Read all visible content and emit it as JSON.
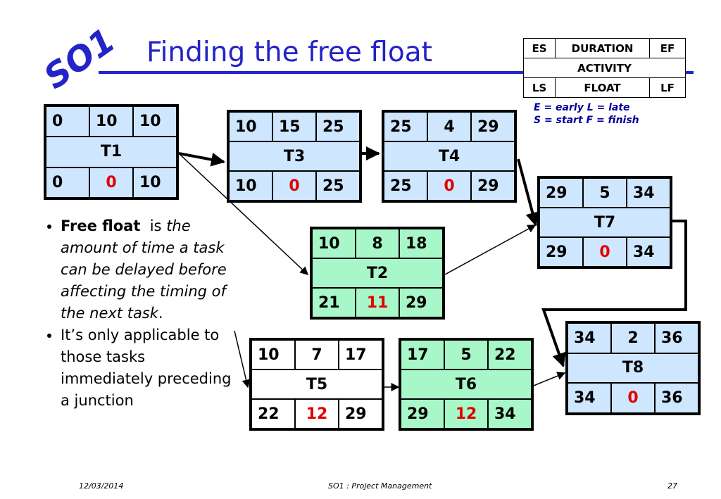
{
  "title": "Finding the free float",
  "logo": {
    "text": "SO1"
  },
  "legend": {
    "es": "ES",
    "duration": "DURATION",
    "ef": "EF",
    "activity": "ACTIVITY",
    "ls": "LS",
    "float": "FLOAT",
    "lf": "LF",
    "note1": "E = early   L = late",
    "note2": "S = start    F = finish"
  },
  "nodes": {
    "t1": {
      "es": "0",
      "dur": "10",
      "ef": "10",
      "name": "T1",
      "ls": "0",
      "float": "0",
      "lf": "10"
    },
    "t3": {
      "es": "10",
      "dur": "15",
      "ef": "25",
      "name": "T3",
      "ls": "10",
      "float": "0",
      "lf": "25"
    },
    "t4": {
      "es": "25",
      "dur": "4",
      "ef": "29",
      "name": "T4",
      "ls": "25",
      "float": "0",
      "lf": "29"
    },
    "t7": {
      "es": "29",
      "dur": "5",
      "ef": "34",
      "name": "T7",
      "ls": "29",
      "float": "0",
      "lf": "34"
    },
    "t2": {
      "es": "10",
      "dur": "8",
      "ef": "18",
      "name": "T2",
      "ls": "21",
      "float": "11",
      "lf": "29"
    },
    "t8": {
      "es": "34",
      "dur": "2",
      "ef": "36",
      "name": "T8",
      "ls": "34",
      "float": "0",
      "lf": "36"
    },
    "t5": {
      "es": "10",
      "dur": "7",
      "ef": "17",
      "name": "T5",
      "ls": "22",
      "float": "12",
      "lf": "29"
    },
    "t6": {
      "es": "17",
      "dur": "5",
      "ef": "22",
      "name": "T6",
      "ls": "29",
      "float": "12",
      "lf": "34"
    }
  },
  "colors": {
    "title": "#2323c8",
    "critical": "#cfe6ff",
    "noncritical": "#a8f7c8",
    "float_highlight": "#e00000"
  },
  "bullets": {
    "b1_bold": "Free float",
    "b1_mid": "is",
    "b1_italic": "the amount of time a task can be delayed before affecting the timing of the next task",
    "b1_end": ".",
    "b2": "It’s only applicable to those tasks immediately preceding a junction"
  },
  "footer": {
    "date": "12/03/2014",
    "course": "SO1 : Project Management",
    "page": "27"
  }
}
